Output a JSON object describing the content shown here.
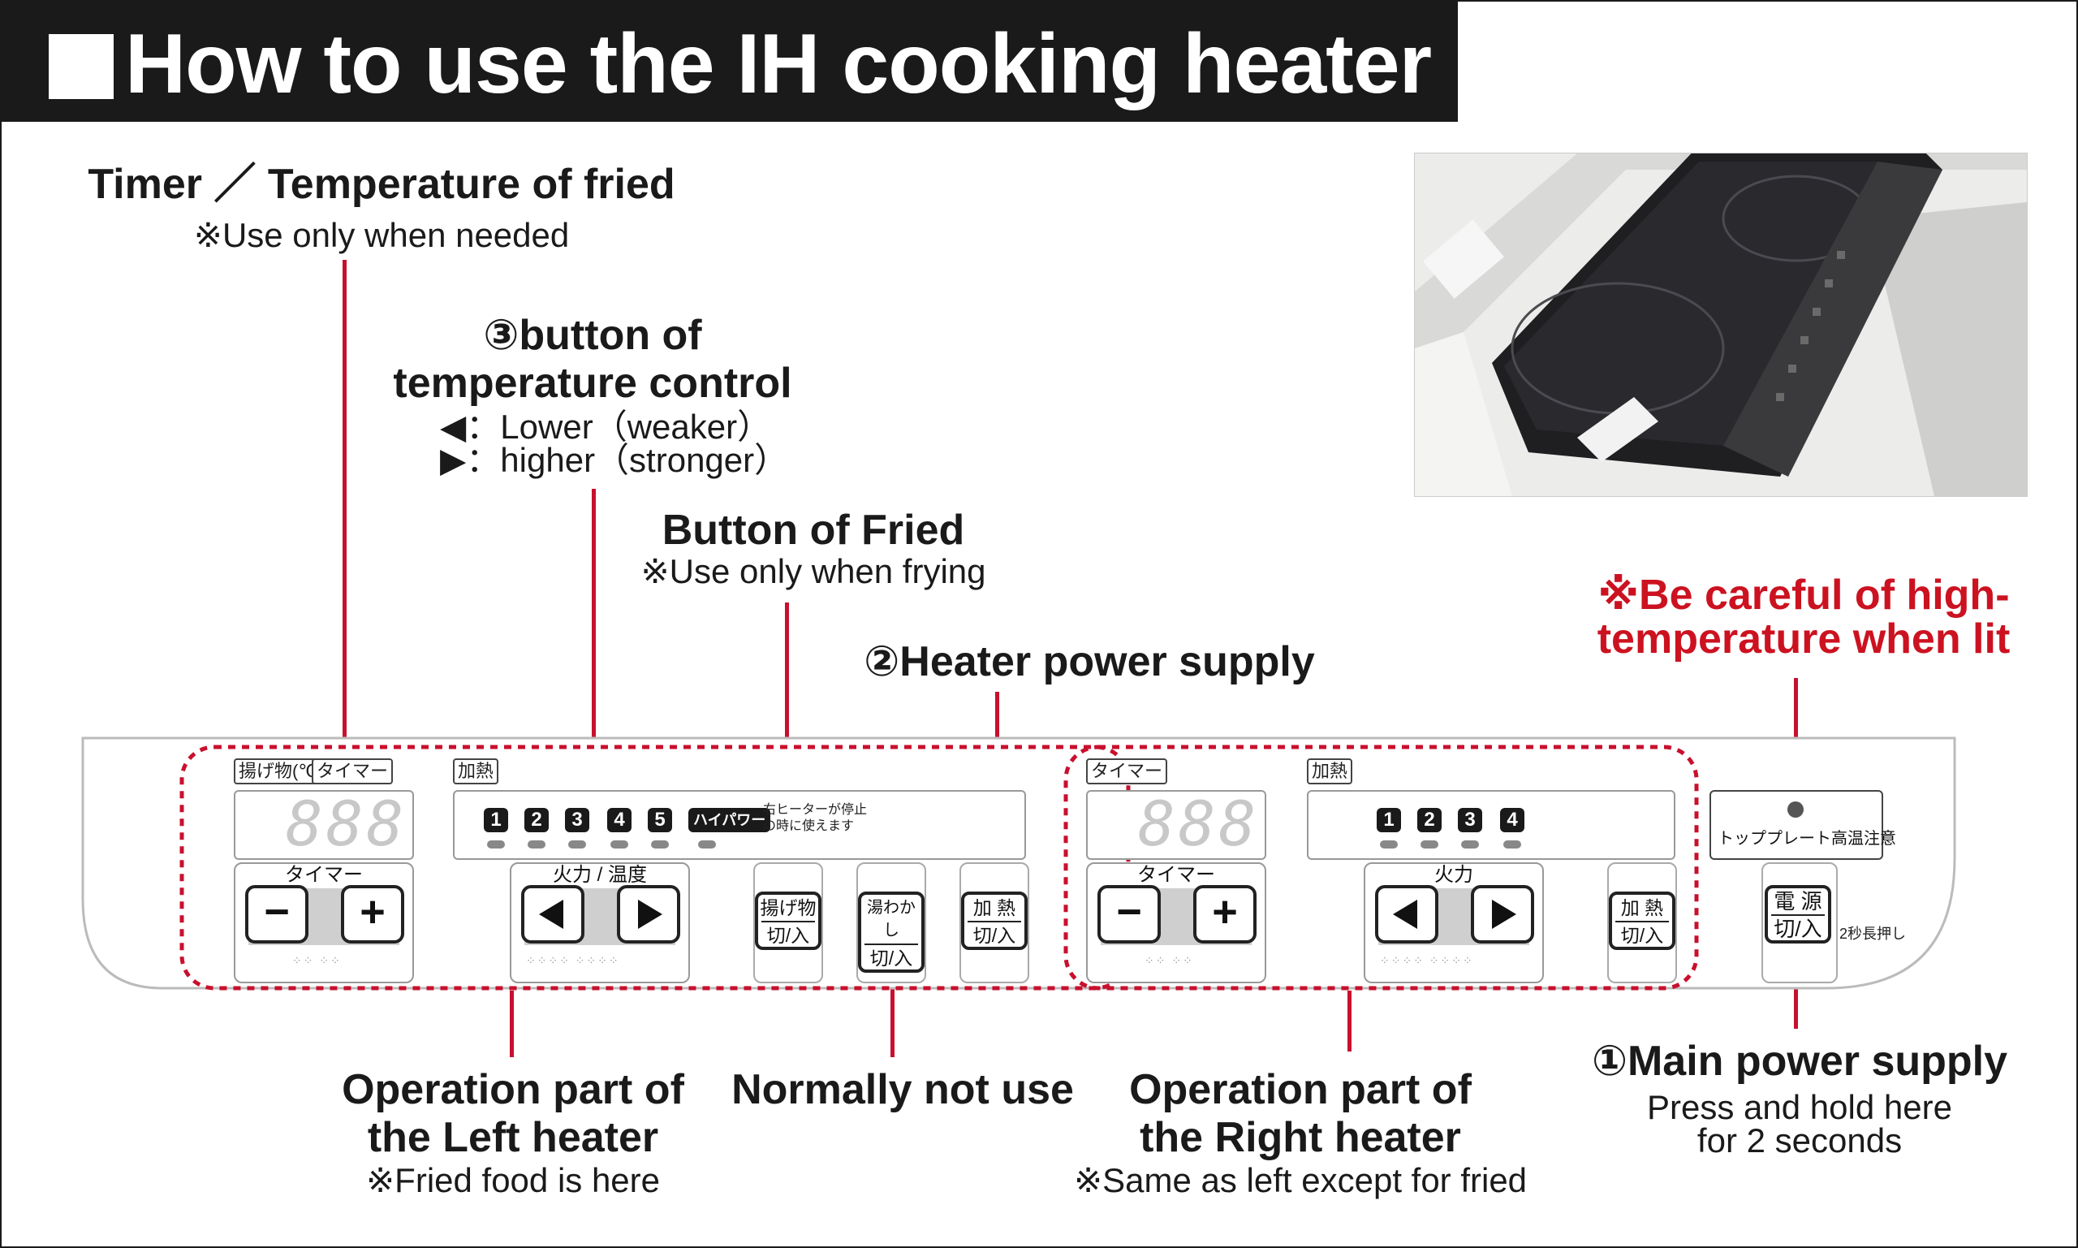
{
  "title": "How to use the IH cooking heater",
  "labels": {
    "timer_title": "Timer ／ Temperature of fried",
    "timer_note": "※Use only when needed",
    "temp_title_1": "③button of",
    "temp_title_2": "temperature control",
    "temp_lower": "◀：Lower（weaker）",
    "temp_higher": "▶：higher（stronger）",
    "fried_title": "Button of Fried",
    "fried_note": "※Use only when frying",
    "heater_title": "②Heater power supply",
    "careful_1": "※Be careful of high-",
    "careful_2": "temperature when lit",
    "left_title_1": "Operation part of",
    "left_title_2": "the Left heater",
    "left_note": "※Fried food is here",
    "normally": "Normally not use",
    "right_title_1": "Operation part of",
    "right_title_2": "the Right heater",
    "right_note": "※Same as left except for fried",
    "main_title": "①Main power supply",
    "main_note_1": "Press and hold here",
    "main_note_2": "for 2 seconds"
  },
  "panel": {
    "left": {
      "tag_fried": "揚げ物(℃)",
      "tag_timer": "タイマー",
      "tag_heat": "加熱",
      "display": "888",
      "levels": [
        "1",
        "2",
        "3",
        "4",
        "5"
      ],
      "high_power": "ハイパワー",
      "note_line1": "右ヒーターが停止",
      "note_line2": "の時に使えます",
      "timer_caption": "タイマー",
      "minus": "−",
      "plus": "+",
      "power_caption": "火力 / 温度",
      "fried_key_1": "揚げ物",
      "fried_key_2": "切/入",
      "boil_key_1": "湯わかし",
      "boil_key_2": "切/入",
      "heat_key_1": "加 熱",
      "heat_key_2": "切/入"
    },
    "right": {
      "tag_timer": "タイマー",
      "tag_heat": "加熱",
      "display": "888",
      "levels": [
        "1",
        "2",
        "3",
        "4"
      ],
      "timer_caption": "タイマー",
      "minus": "−",
      "plus": "+",
      "power_caption": "火力",
      "heat_key_1": "加 熱",
      "heat_key_2": "切/入"
    },
    "warning": "トッププレート高温注意",
    "main_key_1": "電 源",
    "main_key_2": "切/入",
    "hold_note": "2秒長押し"
  },
  "colors": {
    "accent_red": "#c8102e",
    "title_bg": "#1a1a1a"
  }
}
